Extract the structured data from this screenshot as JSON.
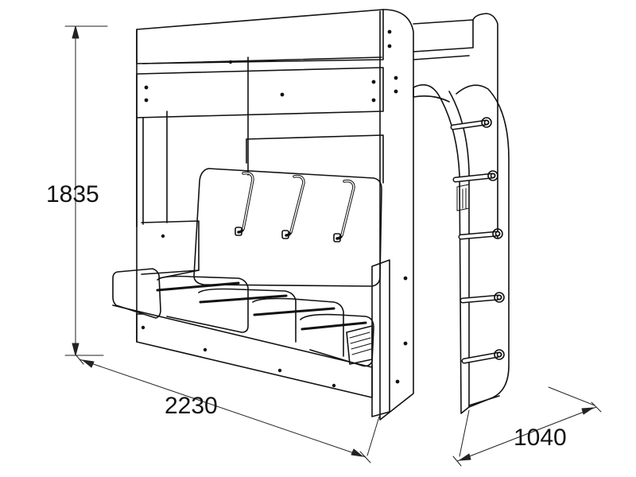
{
  "colors": {
    "line": "#111111",
    "background": "#ffffff",
    "dim_line": "#222222"
  },
  "dimensions": {
    "height": "1835",
    "width": "2230",
    "depth": "1040"
  }
}
